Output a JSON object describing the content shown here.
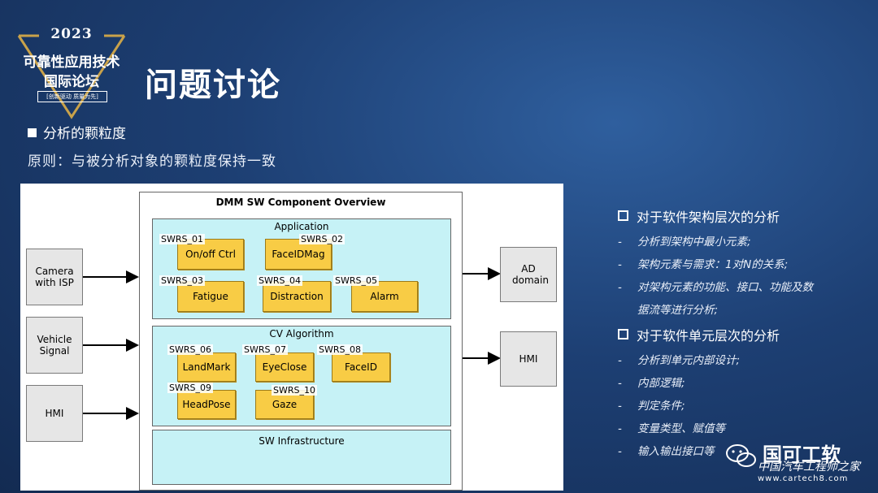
{
  "logo": {
    "year": "2023",
    "line1": "可靠性应用技术",
    "line2": "国际论坛",
    "line3": "[创新驱动 质量为先]"
  },
  "title": "问题讨论",
  "subtitle": "分析的颗粒度",
  "principle": "原则：与被分析对象的颗粒度保持一致",
  "diagram": {
    "overview_title": "DMM SW Component Overview",
    "inputs": [
      {
        "label": "Camera with ISP"
      },
      {
        "label": "Vehicle Signal"
      },
      {
        "label": "HMI"
      }
    ],
    "outputs": [
      {
        "label": "AD domain"
      },
      {
        "label": "HMI"
      }
    ],
    "sections": [
      {
        "title": "Application",
        "components": [
          {
            "tag": "SWRS_01",
            "label": "On/off Ctrl"
          },
          {
            "tag": "SWRS_02",
            "label": "FaceIDMag"
          },
          {
            "tag": "SWRS_03",
            "label": "Fatigue"
          },
          {
            "tag": "SWRS_04",
            "label": "Distraction"
          },
          {
            "tag": "SWRS_05",
            "label": "Alarm"
          }
        ]
      },
      {
        "title": "CV Algorithm",
        "components": [
          {
            "tag": "SWRS_06",
            "label": "LandMark"
          },
          {
            "tag": "SWRS_07",
            "label": "EyeClose"
          },
          {
            "tag": "SWRS_08",
            "label": "FaceID"
          },
          {
            "tag": "SWRS_09",
            "label": "HeadPose"
          },
          {
            "tag": "SWRS_10",
            "label": "Gaze"
          }
        ]
      },
      {
        "title": "SW Infrastructure",
        "components": []
      }
    ]
  },
  "right_panel": {
    "sections": [
      {
        "heading": "对于软件架构层次的分析",
        "items": [
          "分析到架构中最小元素;",
          "架构元素与需求：1对N的关系;",
          "对架构元素的功能、接口、功能及数",
          "据流等进行分析;"
        ]
      },
      {
        "heading": "对于软件单元层次的分析",
        "items": [
          "分析到单元内部设计;",
          "内部逻辑;",
          "判定条件;",
          "变量类型、赋值等",
          "输入输出接口等"
        ]
      }
    ]
  },
  "watermark": {
    "name": "国可工软",
    "sub": "中国汽车工程师之家",
    "url": "www.cartech8.com"
  }
}
